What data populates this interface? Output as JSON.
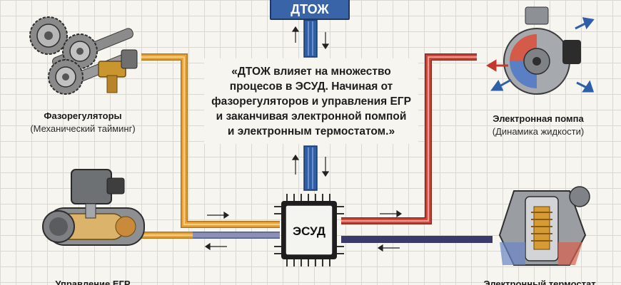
{
  "top_box": {
    "label": "ДТОЖ"
  },
  "center_quote": "«ДТОЖ влияет на множество\nпроцесов в ЭСУД. Начиная от\nфазорегуляторов и управления ЕГР\nи заканчивая электронной помпой\nи электронным термостатом.»",
  "ecu": {
    "label": "ЭСУД"
  },
  "components": {
    "phasers": {
      "title": "Фазорегуляторы",
      "subtitle": "(Механический тайминг)"
    },
    "pump": {
      "title": "Электронная помпа",
      "subtitle": "(Динамика жидкости)"
    },
    "egr": {
      "title": "Управление ЕГР"
    },
    "thermostat": {
      "title": "Электронный термостат"
    }
  },
  "colors": {
    "coolant_blue": "#2f5fa6",
    "pipe_orange": "#e8a53a",
    "pipe_red": "#d2473a"
  }
}
